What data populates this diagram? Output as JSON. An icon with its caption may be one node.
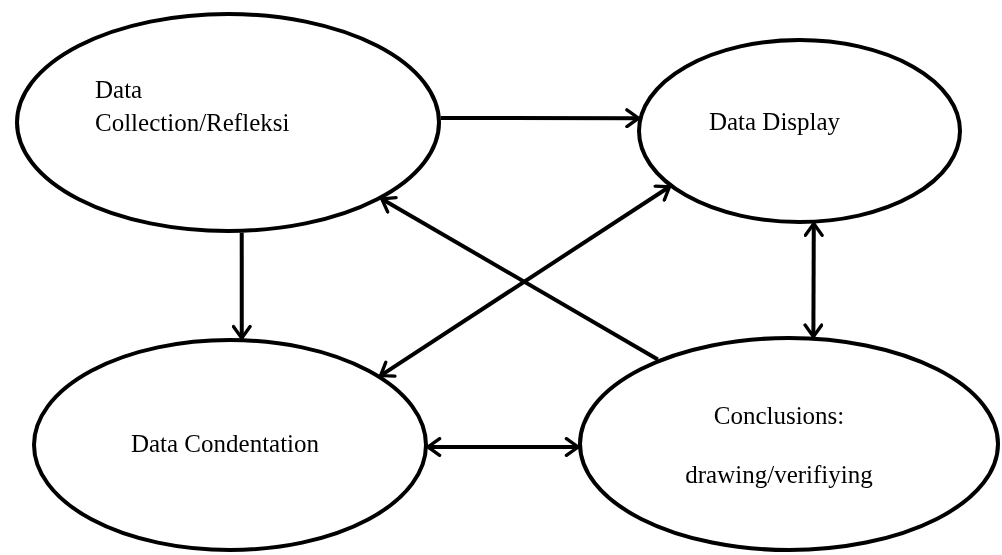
{
  "diagram": {
    "nodes": [
      {
        "text": [
          "Data Collection/Refleksi"
        ]
      },
      {
        "text": [
          "Data Display"
        ]
      },
      {
        "text": [
          "Data Condentation"
        ]
      },
      {
        "text": [
          "Conclusions:",
          "drawing/verifiying"
        ]
      }
    ],
    "edges": [
      {
        "from": 0,
        "to": 1,
        "arrow": "to"
      },
      {
        "from": 0,
        "to": 2,
        "arrow": "to"
      },
      {
        "from": 2,
        "to": 1,
        "arrow": "both"
      },
      {
        "from": 3,
        "to": 0,
        "arrow": "to"
      },
      {
        "from": 1,
        "to": 3,
        "arrow": "both"
      },
      {
        "from": 2,
        "to": 3,
        "arrow": "both"
      }
    ]
  }
}
